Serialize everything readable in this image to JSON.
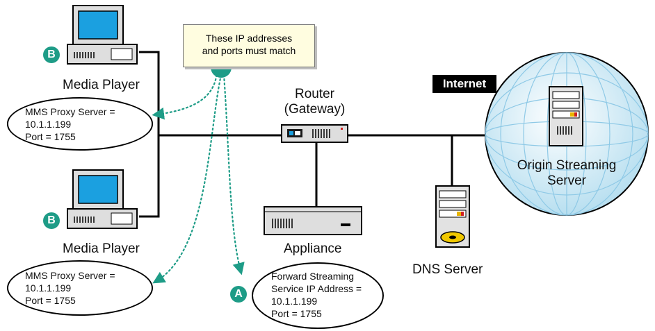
{
  "callout": {
    "line1": "These IP addresses",
    "line2": "and ports must match"
  },
  "labels": {
    "media_player_top": "Media Player",
    "media_player_bottom": "Media Player",
    "router_line1": "Router",
    "router_line2": "(Gateway)",
    "appliance": "Appliance",
    "dns_server": "DNS Server",
    "internet": "Internet",
    "origin_line1": "Origin Streaming",
    "origin_line2": "Server"
  },
  "bubbles": {
    "top": {
      "line1": "MMS Proxy Server =",
      "line2": "10.1.1.199",
      "line3": "Port = 1755"
    },
    "bottom": {
      "line1": "MMS Proxy Server =",
      "line2": "10.1.1.199",
      "line3": "Port = 1755"
    },
    "appliance": {
      "line1": "Forward Streaming",
      "line2": "Service IP Address =",
      "line3": "10.1.1.199",
      "line4": "Port = 1755"
    }
  },
  "badges": {
    "player_top": "B",
    "player_bottom": "B",
    "appliance": "A"
  },
  "colors": {
    "accent": "#1e9c87",
    "callout_bg": "#fffde0",
    "globe": "#b8dff0",
    "screen": "#1ba0e0"
  }
}
